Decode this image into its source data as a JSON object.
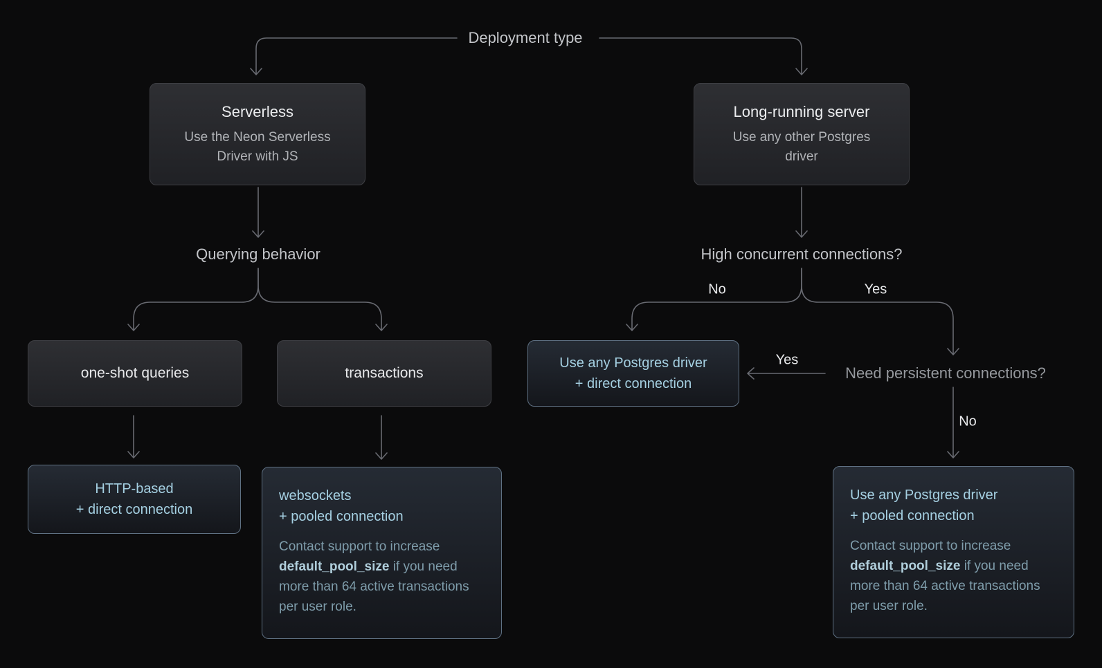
{
  "diagram": {
    "root_label": "Deployment type",
    "decisions": {
      "querying": "Querying behavior",
      "high_concurrent": "High concurrent connections?",
      "persistent": "Need persistent connections?"
    },
    "edge_labels": {
      "hc_no": "No",
      "hc_yes": "Yes",
      "persistent_yes": "Yes",
      "persistent_no": "No"
    },
    "nodes": {
      "serverless": {
        "title": "Serverless",
        "subtitle": "Use the Neon Serverless Driver with JS"
      },
      "long_running": {
        "title": "Long-running server",
        "subtitle": "Use any other Postgres driver"
      },
      "one_shot": {
        "label": "one-shot queries"
      },
      "transactions": {
        "label": "transactions"
      },
      "http_based": {
        "line1": "HTTP-based",
        "line2": "+ direct connection"
      },
      "websockets": {
        "line1": "websockets",
        "line2": "+ pooled connection",
        "note_pre": "Contact support to increase ",
        "note_code": "default_pool_size",
        "note_post": " if you need more than 64 active transactions per user role."
      },
      "direct_driver": {
        "line1": "Use any Postgres driver",
        "line2": "+ direct connection"
      },
      "pooled_driver": {
        "line1": "Use any Postgres driver",
        "line2": "+ pooled connection",
        "note_pre": "Contact support to increase ",
        "note_code": "default_pool_size",
        "note_post": " if you need more than 64 active transactions per user role."
      }
    },
    "colors": {
      "background": "#0b0b0c",
      "line": "#686a71",
      "accent_text": "#a5d0e2",
      "note_text": "#7f9dab",
      "note_bold_text": "#b0cedb",
      "gray_node_border": "#3e3f44",
      "blue_node_border": "#5f7183",
      "label_text": "#c3c5c9",
      "edge_label_text": "#e8e9eb"
    }
  }
}
